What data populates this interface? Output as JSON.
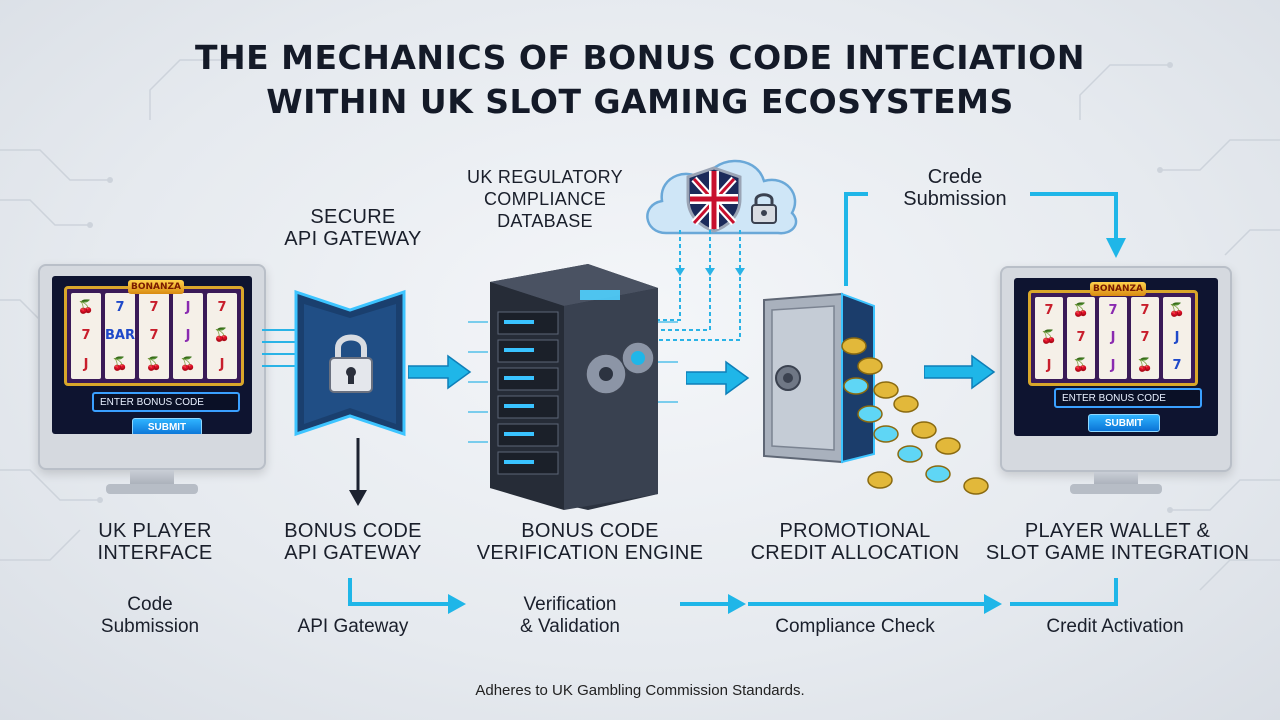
{
  "title_line1": "THE MECHANICS OF BONUS CODE INTECIATION",
  "title_line2": "WITHIN UK SLOT GAMING ECOSYSTEMS",
  "top_labels": {
    "secure_gateway": [
      "SECURE",
      "API GATEWAY"
    ],
    "regulatory_db": [
      "UK REGULATORY",
      "COMPLIANCE",
      "DATABASE"
    ],
    "crede_submission": [
      "Crede",
      "Submission"
    ]
  },
  "left_screen": {
    "banner": "BONANZA",
    "input_text": "ENTER BONUS CODE",
    "submit_label": "SUBMIT"
  },
  "right_screen": {
    "banner": "BONANZA",
    "input_text": "ENTER BONUS CODE",
    "submit_label": "SUBMIT"
  },
  "stage_labels": [
    [
      "UK PLAYER",
      "INTERFACE"
    ],
    [
      "BONUS CODE",
      "API GATEWAY"
    ],
    [
      "BONUS CODE",
      "VERIFICATION ENGINE"
    ],
    [
      "PROMOTIONAL",
      "CREDIT ALLOCATION"
    ],
    [
      "PLAYER WALLET &",
      "SLOT GAME INTEGRATION"
    ]
  ],
  "process_labels": [
    [
      "Code",
      "Submission"
    ],
    [
      "API Gateway"
    ],
    [
      "Verification",
      "& Validation"
    ],
    [
      "Compliance Check"
    ],
    [
      "Credit Activation"
    ]
  ],
  "footer": "Adheres to UK Gambling Commission Standards.",
  "colors": {
    "accent": "#1fb6e8",
    "dark": "#1c2230",
    "gold": "#e2b83a"
  },
  "icons": [
    "lock-icon",
    "cloud-icon",
    "shield-icon",
    "server-icon",
    "gear-icon",
    "vault-icon",
    "coin-icon",
    "arrow-icon"
  ]
}
